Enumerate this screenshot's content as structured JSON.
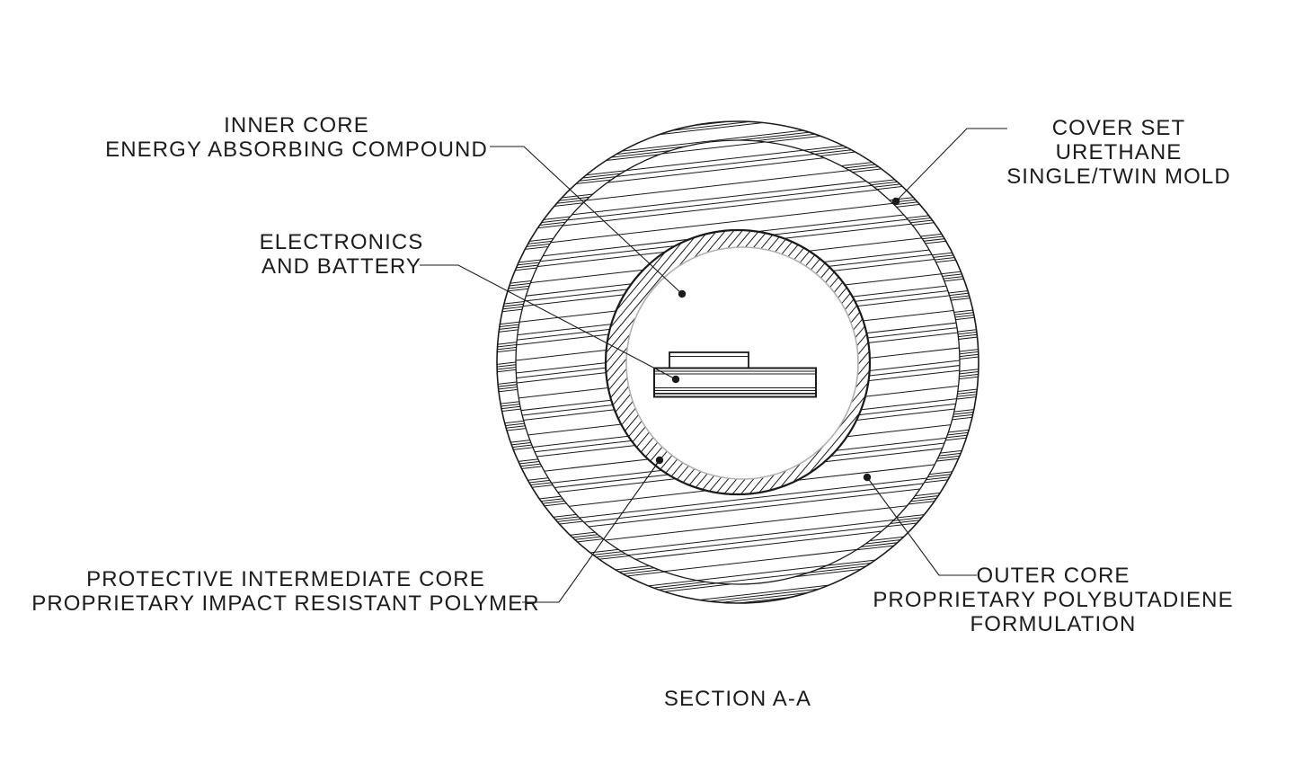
{
  "drawing": {
    "section_title": "SECTION A-A",
    "callouts": {
      "inner_core": {
        "lines": [
          "INNER CORE",
          "ENERGY ABSORBING COMPOUND"
        ]
      },
      "electronics": {
        "lines": [
          "ELECTRONICS",
          "AND BATTERY"
        ]
      },
      "cover_set": {
        "lines": [
          "COVER SET",
          "URETHANE",
          "SINGLE/TWIN MOLD"
        ]
      },
      "intermediate_core": {
        "lines": [
          "PROTECTIVE INTERMEDIATE CORE",
          "PROPRIETARY IMPACT RESISTANT POLYMER"
        ]
      },
      "outer_core": {
        "lines": [
          "OUTER CORE",
          "PROPRIETARY POLYBUTADIENE",
          "FORMULATION"
        ]
      }
    },
    "colors": {
      "ink": "#1a1a1a",
      "background": "#ffffff",
      "inner_boundary_gray": "#b0b0b0"
    }
  }
}
